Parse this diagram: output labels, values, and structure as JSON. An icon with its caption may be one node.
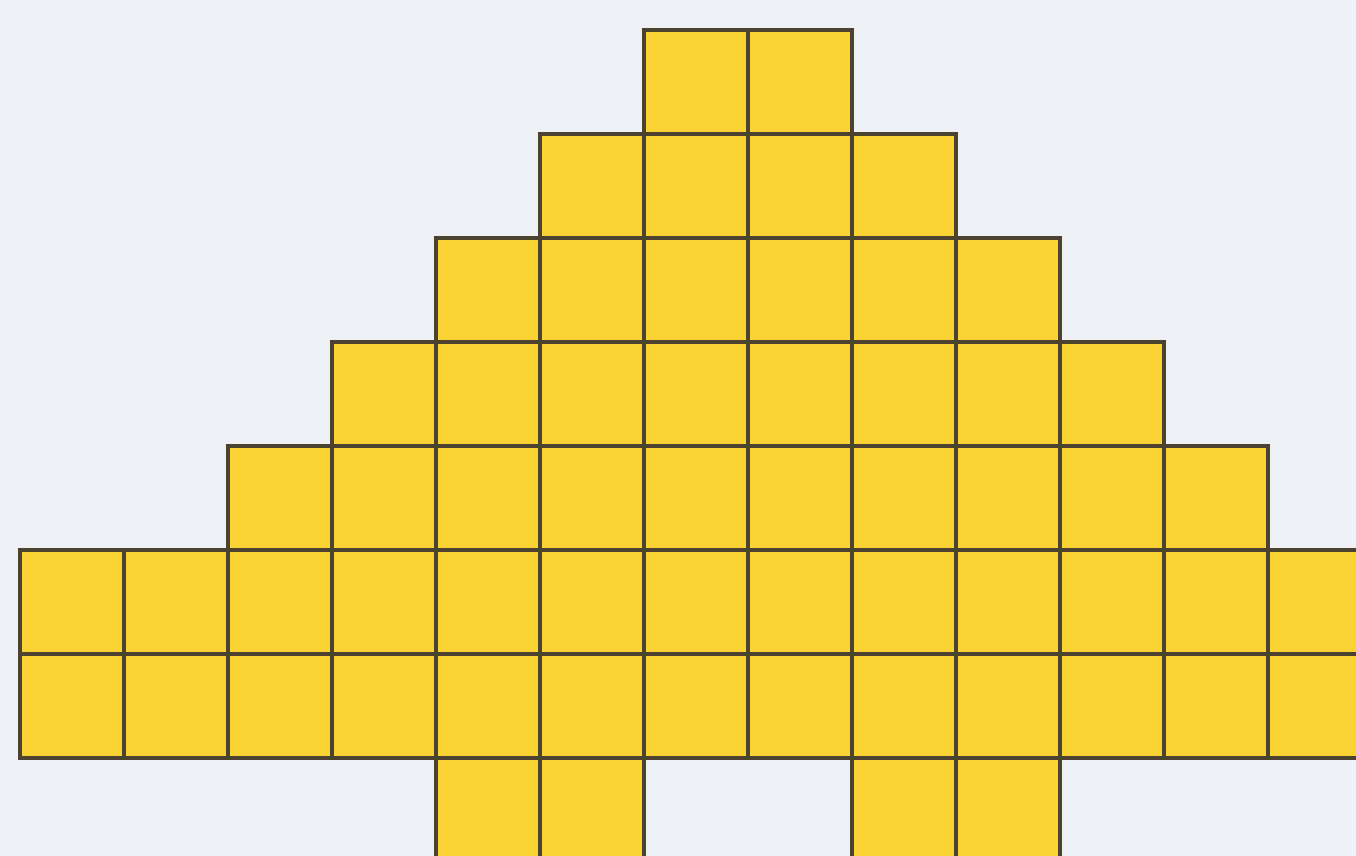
{
  "diagram": {
    "nodes": [
      {
        "text": [],
        "shape": "box"
      },
      {
        "text": [],
        "shape": "box"
      },
      {
        "text": [],
        "shape": "box"
      },
      {
        "text": [],
        "shape": "box"
      },
      {
        "text": [],
        "shape": "box"
      },
      {
        "text": [],
        "shape": "box"
      },
      {
        "text": [],
        "shape": "box"
      },
      {
        "text": [],
        "shape": "box"
      },
      {
        "text": [],
        "shape": "box"
      },
      {
        "text": [],
        "shape": "box"
      },
      {
        "text": [],
        "shape": "box"
      },
      {
        "text": [],
        "shape": "box"
      },
      {
        "text": [],
        "shape": "box"
      },
      {
        "text": [],
        "shape": "box"
      },
      {
        "text": [],
        "shape": "box"
      },
      {
        "text": [],
        "shape": "box"
      },
      {
        "text": [],
        "shape": "box"
      },
      {
        "text": [],
        "shape": "box"
      },
      {
        "text": [],
        "shape": "box"
      },
      {
        "text": [],
        "shape": "box"
      },
      {
        "text": [],
        "shape": "box"
      },
      {
        "text": [],
        "shape": "box"
      },
      {
        "text": [],
        "shape": "box"
      },
      {
        "text": [],
        "shape": "box"
      },
      {
        "text": [],
        "shape": "box"
      },
      {
        "text": [],
        "shape": "box"
      },
      {
        "text": [],
        "shape": "box"
      },
      {
        "text": [],
        "shape": "box"
      },
      {
        "text": [],
        "shape": "box"
      },
      {
        "text": [],
        "shape": "box"
      },
      {
        "text": [],
        "shape": "box"
      },
      {
        "text": [],
        "shape": "box"
      },
      {
        "text": [],
        "shape": "box"
      },
      {
        "text": [],
        "shape": "box"
      },
      {
        "text": [],
        "shape": "box"
      },
      {
        "text": [],
        "shape": "box"
      },
      {
        "text": [],
        "shape": "box"
      },
      {
        "text": [],
        "shape": "box"
      },
      {
        "text": [],
        "shape": "box"
      },
      {
        "text": [],
        "shape": "box"
      },
      {
        "text": [],
        "shape": "box"
      },
      {
        "text": [],
        "shape": "box"
      },
      {
        "text": [],
        "shape": "box"
      },
      {
        "text": [],
        "shape": "box"
      },
      {
        "text": [],
        "shape": "box"
      },
      {
        "text": [],
        "shape": "box"
      },
      {
        "text": [],
        "shape": "box"
      },
      {
        "text": [],
        "shape": "box"
      },
      {
        "text": [],
        "shape": "box"
      },
      {
        "text": [],
        "shape": "box"
      },
      {
        "text": [],
        "shape": "box"
      },
      {
        "text": [],
        "shape": "box"
      },
      {
        "text": [],
        "shape": "box"
      },
      {
        "text": [],
        "shape": "box"
      },
      {
        "text": [],
        "shape": "box"
      },
      {
        "text": [],
        "shape": "box"
      },
      {
        "text": [],
        "shape": "box"
      },
      {
        "text": [],
        "shape": "box"
      },
      {
        "text": [],
        "shape": "box"
      },
      {
        "text": [],
        "shape": "box"
      }
    ]
  }
}
